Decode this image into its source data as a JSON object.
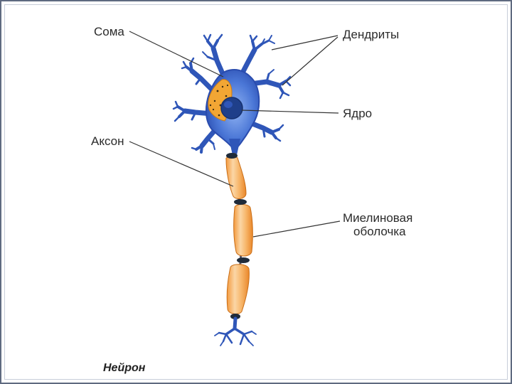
{
  "labels": {
    "soma": "Сома",
    "dendrites": "Дендриты",
    "nucleus": "Ядро",
    "axon": "Аксон",
    "myelin_line1": "Миелиновая",
    "myelin_line2": "оболочка"
  },
  "caption": "Нейрон",
  "colors": {
    "cell": "#2f56b8",
    "cell_light": "#6a92e6",
    "cytoplasm": "#f2a634",
    "myelin": "#f39a3e",
    "myelin_light": "#fbd6a6",
    "node": "#1f2b3a",
    "leader": "#333333",
    "frame": "#5f6a80"
  }
}
